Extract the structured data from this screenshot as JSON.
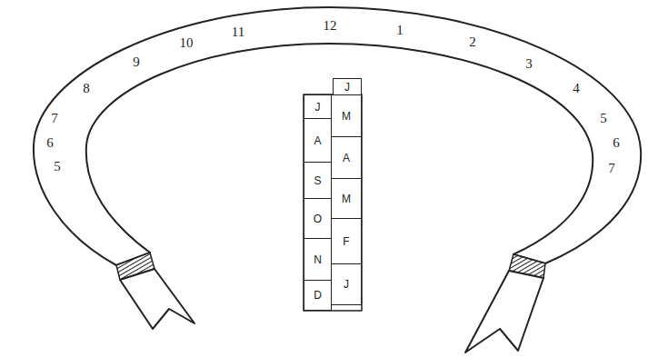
{
  "diagram": {
    "nodes": [
      {
        "text": [
          "J"
        ]
      },
      {
        "text": [
          "J"
        ]
      },
      {
        "text": [
          "M"
        ]
      },
      {
        "text": [
          "A"
        ]
      },
      {
        "text": [
          "A"
        ]
      },
      {
        "text": [
          "S"
        ]
      },
      {
        "text": [
          "M"
        ]
      },
      {
        "text": [
          "O"
        ]
      },
      {
        "text": [
          "F"
        ]
      },
      {
        "text": [
          "N"
        ]
      },
      {
        "text": [
          "J"
        ]
      },
      {
        "text": [
          "D"
        ]
      }
    ],
    "labels": [
      "5",
      "6",
      "7",
      "8",
      "9",
      "10",
      "11",
      "12",
      "1",
      "2",
      "3",
      "4",
      "5",
      "6",
      "7"
    ]
  }
}
